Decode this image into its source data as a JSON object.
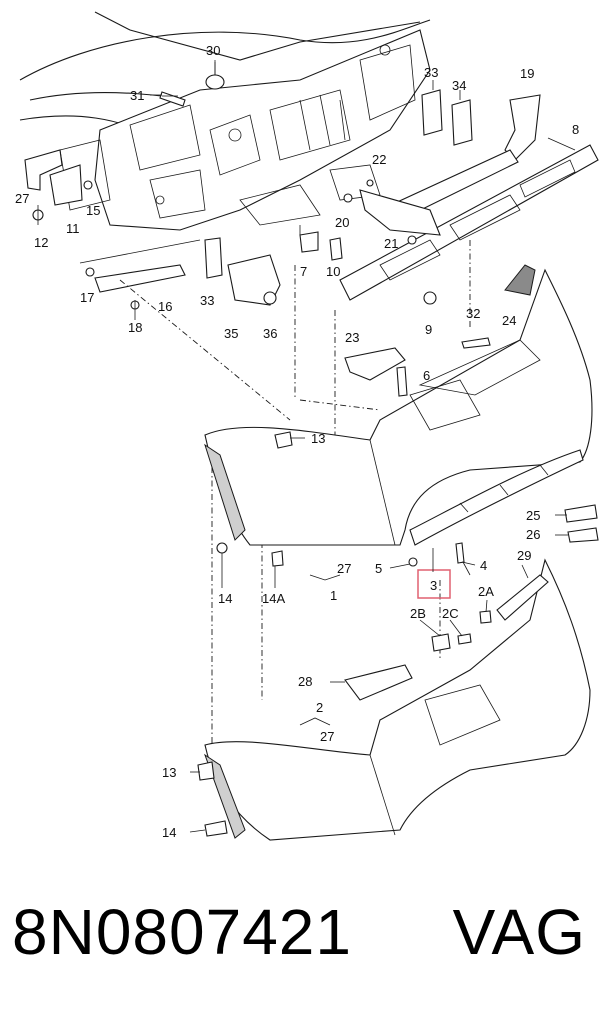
{
  "diagram": {
    "callouts": {
      "c30": "30",
      "c31": "31",
      "c33a": "33",
      "c34": "34",
      "c19": "19",
      "c8": "8",
      "c27a": "27",
      "c15": "15",
      "c11": "11",
      "c12": "12",
      "c22": "22",
      "c20": "20",
      "c21": "21",
      "c7": "7",
      "c10": "10",
      "c17": "17",
      "c16": "16",
      "c18": "18",
      "c33b": "33",
      "c35": "35",
      "c36": "36",
      "c9": "9",
      "c32": "32",
      "c24": "24",
      "c23": "23",
      "c6": "6",
      "c13a": "13",
      "c25": "25",
      "c26": "26",
      "c5": "5",
      "c3": "3",
      "c4": "4",
      "c29": "29",
      "c27b": "27",
      "c1": "1",
      "c14a": "14",
      "c14A": "14A",
      "c2A": "2A",
      "c2B": "2B",
      "c2C": "2C",
      "c28": "28",
      "c2": "2",
      "c27c": "27",
      "c13b": "13",
      "c14b": "14"
    },
    "highlight_color": "#e06070"
  },
  "footer": {
    "part_number": "8N0807421",
    "brand": "VAG"
  }
}
